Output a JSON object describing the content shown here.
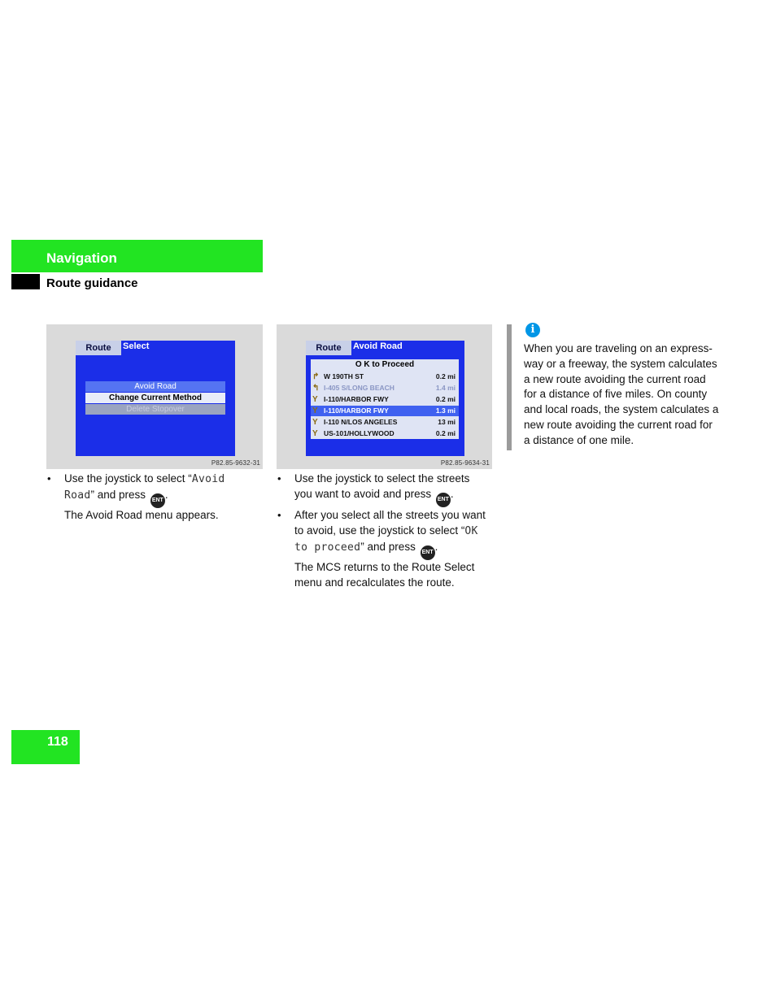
{
  "header": {
    "section": "Navigation",
    "subsection": "Route guidance"
  },
  "figure1": {
    "tab_route": "Route",
    "tab_active": "Select",
    "menu_items": [
      "Avoid Road",
      "Change Current Method",
      "Delete Stopover"
    ],
    "code": "P82.85-9632-31"
  },
  "figure2": {
    "tab_route": "Route",
    "tab_active": "Avoid Road",
    "list_header": "O K to Proceed",
    "rows": [
      {
        "name": "W 190TH ST",
        "dist": "0.2 mi"
      },
      {
        "name": "I-405 S/LONG BEACH",
        "dist": "1.4 mi"
      },
      {
        "name": "I-110/HARBOR FWY",
        "dist": "0.2 mi"
      },
      {
        "name": "I-110/HARBOR FWY",
        "dist": "1.3 mi"
      },
      {
        "name": "I-110 N/LOS ANGELES",
        "dist": "13 mi"
      },
      {
        "name": "US-101/HOLLYWOOD",
        "dist": "0.2 mi"
      }
    ],
    "code": "P82.85-9634-31"
  },
  "col1": {
    "bullet": "•",
    "step1_pre": "Use the joystick to select “",
    "step1_mono_a": "Avoid",
    "step1_mono_b": "Road",
    "step1_post": "” and press",
    "result": "The Avoid Road menu appears."
  },
  "col2": {
    "bullet": "•",
    "step1_line1": "Use the joystick to select the streets",
    "step1_line2": "you want to avoid and press",
    "step2_line1": "After you select all the streets you want",
    "step2_line2_pre": "to avoid, use the joystick to select “",
    "step2_mono_a": "OK",
    "step2_mono_b": "to proceed",
    "step2_post": "” and press",
    "result_line1": "The MCS returns to the Route Select",
    "result_line2": "menu and recalculates the route."
  },
  "ent_label": "ENT",
  "info": {
    "icon": "i",
    "lines": [
      "When you are traveling on an express-",
      "way or a freeway, the system calculates",
      "a new route avoiding the current road",
      "for a distance of five miles. On county",
      "and local roads, the system calculates a",
      "new route avoiding the current road for",
      "a distance of one mile."
    ]
  },
  "page_number": "118",
  "colors": {
    "accent_green": "#22e422",
    "screen_blue": "#1b2ee8",
    "info_blue": "#0096e6"
  }
}
